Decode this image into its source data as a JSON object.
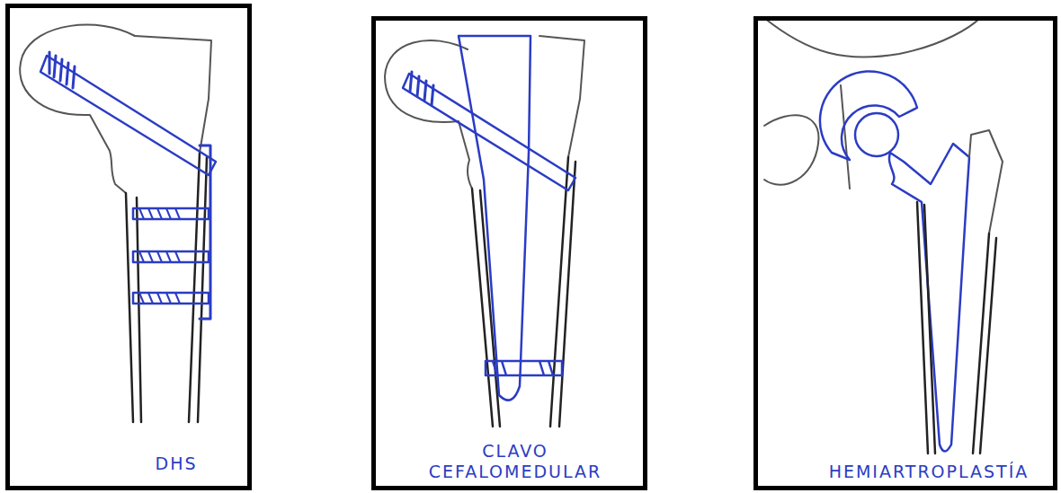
{
  "diagram": {
    "nodes": [
      {
        "text": [
          "DHS"
        ]
      },
      {
        "text": [
          "CLAVO CEFALOMEDULAR"
        ]
      },
      {
        "text": [
          "HEMIARTROPLASTÍA"
        ]
      }
    ]
  }
}
